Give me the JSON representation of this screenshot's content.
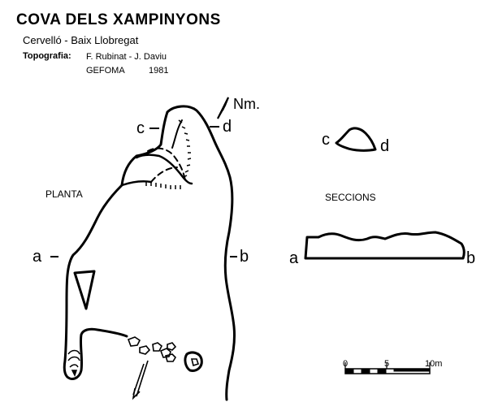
{
  "header": {
    "title": "COVA DELS XAMPINYONS",
    "location": "Cervelló - Baix Llobregat",
    "topografia_label": "Topografia:",
    "authors": "F. Rubinat - J. Daviu",
    "organization": "GEFOMA",
    "year": "1981"
  },
  "plan": {
    "label": "PLANTA",
    "north_label": "Nm.",
    "section_marks": [
      "a",
      "b",
      "c",
      "d"
    ]
  },
  "sections": {
    "label": "SECCIONS",
    "cd": {
      "left": "c",
      "right": "d"
    },
    "ab": {
      "left": "a",
      "right": "b"
    }
  },
  "scale_bar": {
    "ticks": [
      "0",
      "5",
      "10m"
    ]
  }
}
